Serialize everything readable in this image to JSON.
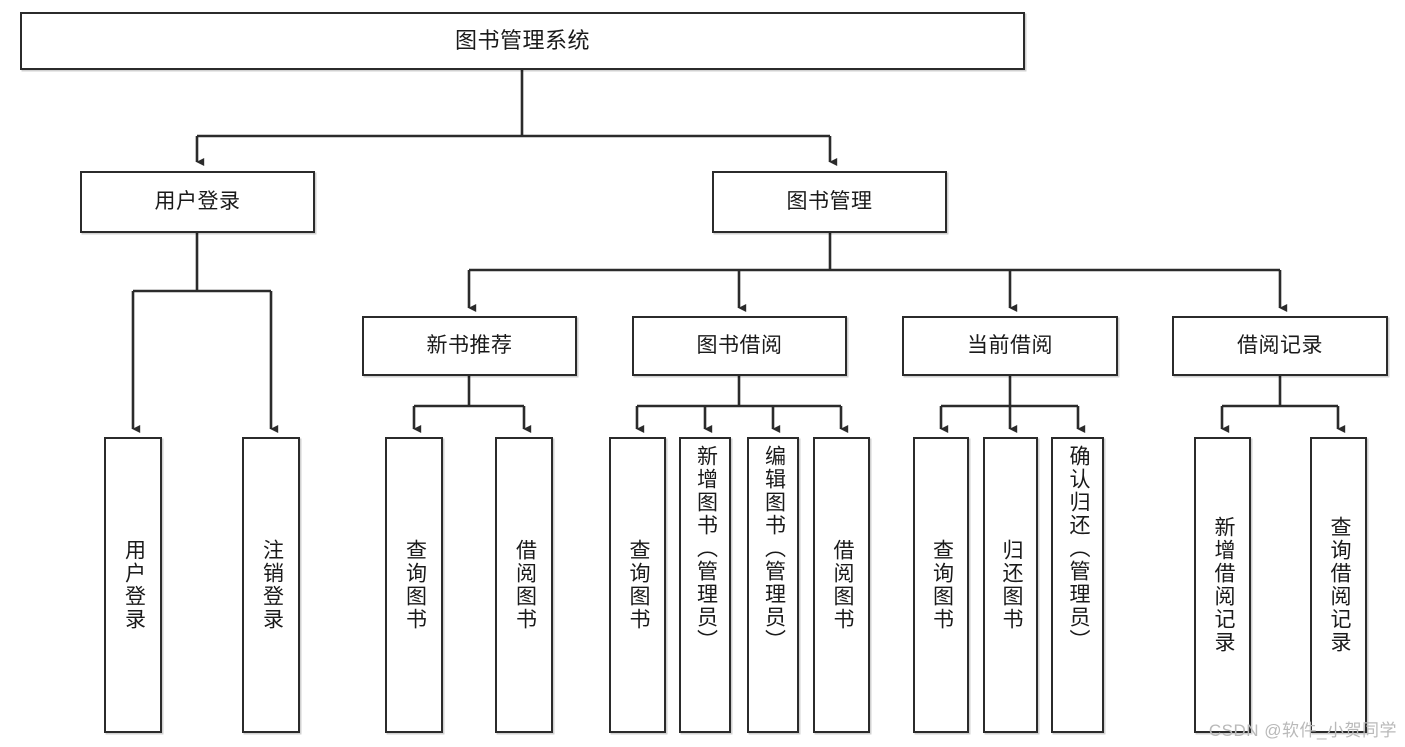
{
  "diagram": {
    "type": "hierarchy-tree",
    "title": "图书管理系统",
    "root": {
      "id": "root",
      "label": "图书管理系统"
    },
    "level1": [
      {
        "id": "user-login",
        "label": "用户登录"
      },
      {
        "id": "book-management",
        "label": "图书管理"
      }
    ],
    "level2": [
      {
        "id": "new-book-recommend",
        "label": "新书推荐",
        "parent": "book-management"
      },
      {
        "id": "book-borrow",
        "label": "图书借阅",
        "parent": "book-management"
      },
      {
        "id": "current-borrow",
        "label": "当前借阅",
        "parent": "book-management"
      },
      {
        "id": "borrow-record",
        "label": "借阅记录",
        "parent": "book-management"
      }
    ],
    "leaves": [
      {
        "id": "leaf-user-login",
        "label": "用户登录",
        "parent": "user-login"
      },
      {
        "id": "leaf-logout",
        "label": "注销登录",
        "parent": "user-login"
      },
      {
        "id": "leaf-query-book-1",
        "label": "查询图书",
        "parent": "new-book-recommend"
      },
      {
        "id": "leaf-borrow-book-1",
        "label": "借阅图书",
        "parent": "new-book-recommend"
      },
      {
        "id": "leaf-query-book-2",
        "label": "查询图书",
        "parent": "book-borrow"
      },
      {
        "id": "leaf-add-book",
        "label": "新增图书（管理员）",
        "parent": "book-borrow"
      },
      {
        "id": "leaf-edit-book",
        "label": "编辑图书（管理员）",
        "parent": "book-borrow"
      },
      {
        "id": "leaf-borrow-book-2",
        "label": "借阅图书",
        "parent": "book-borrow"
      },
      {
        "id": "leaf-query-book-3",
        "label": "查询图书",
        "parent": "current-borrow"
      },
      {
        "id": "leaf-return-book",
        "label": "归还图书",
        "parent": "current-borrow"
      },
      {
        "id": "leaf-confirm-return",
        "label": "确认归还（管理员）",
        "parent": "current-borrow"
      },
      {
        "id": "leaf-add-record",
        "label": "新增借阅记录",
        "parent": "borrow-record"
      },
      {
        "id": "leaf-query-record",
        "label": "查询借阅记录",
        "parent": "borrow-record"
      }
    ],
    "watermark": "CSDN @软件_小贺同学",
    "colors": {
      "stroke": "#2b2b2b",
      "box_fill": "#ffffff",
      "text": "#1a1a1a",
      "watermark": "#b9b9b9",
      "background": "#ffffff"
    }
  }
}
